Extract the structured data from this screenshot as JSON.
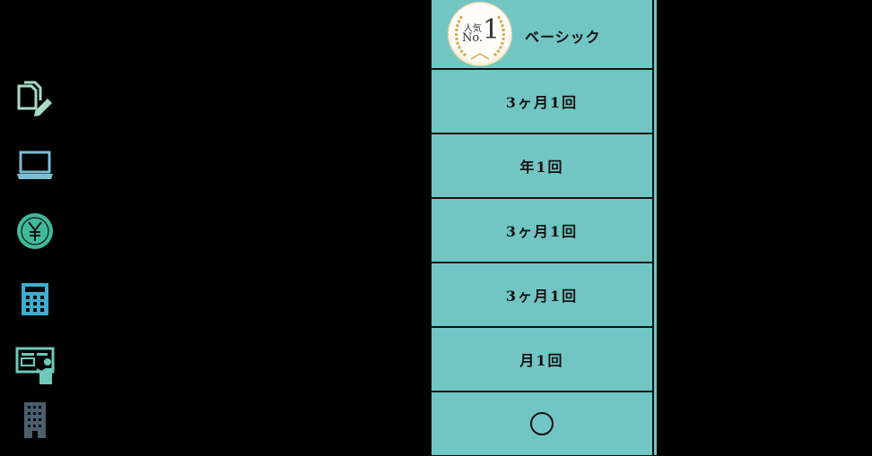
{
  "sidebar": {
    "icons": [
      {
        "name": "documents-edit-icon",
        "color": "#a8dcc6"
      },
      {
        "name": "laptop-icon",
        "color": "#7bbed3"
      },
      {
        "name": "yen-coin-icon",
        "color": "#3fb99a"
      },
      {
        "name": "calculator-icon",
        "color": "#3aaed0"
      },
      {
        "name": "presentation-icon",
        "color": "#6fc9b9"
      },
      {
        "name": "building-icon",
        "color": "#4a5f6e"
      }
    ]
  },
  "plan": {
    "badge": {
      "top": "人気",
      "no": "No.",
      "rank": "1"
    },
    "name": "ベーシック",
    "background": "#71c6c4",
    "rows": [
      {
        "value": "3ヶ月1回"
      },
      {
        "value": "年1回"
      },
      {
        "value": "3ヶ月1回"
      },
      {
        "value": "3ヶ月1回"
      },
      {
        "value": "月1回"
      },
      {
        "value": "○"
      }
    ]
  }
}
